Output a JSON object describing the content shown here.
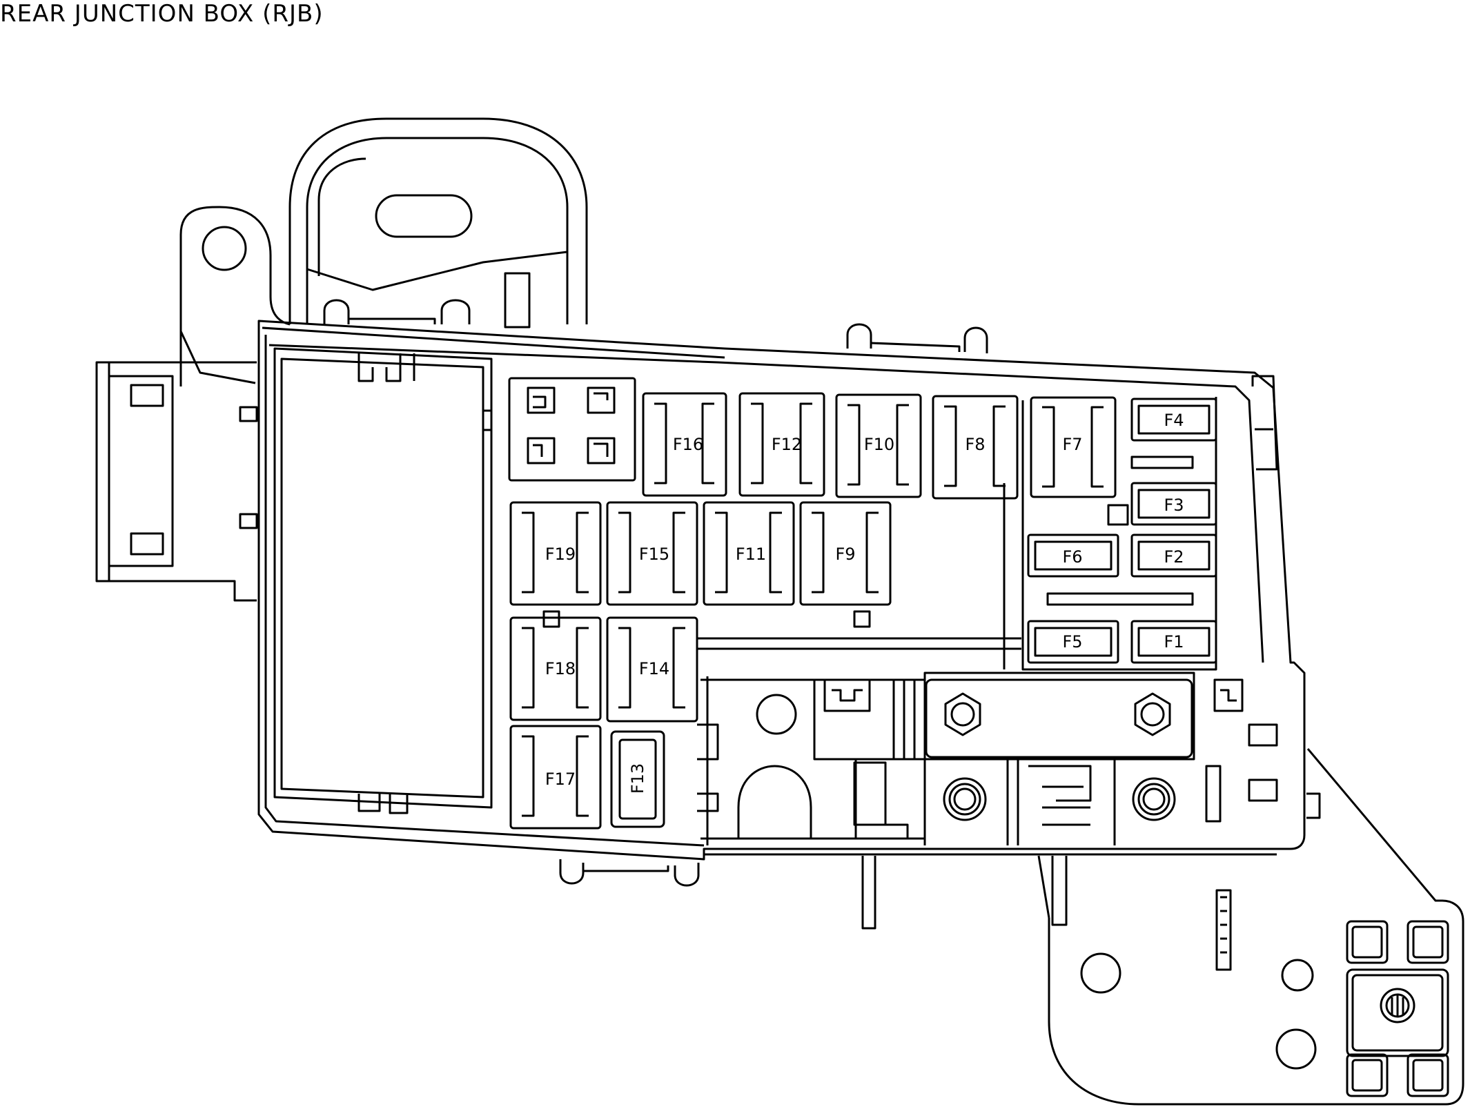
{
  "title": "REAR JUNCTION BOX (RJB)",
  "fuses": {
    "F1": "F1",
    "F2": "F2",
    "F3": "F3",
    "F4": "F4",
    "F5": "F5",
    "F6": "F6",
    "F7": "F7",
    "F8": "F8",
    "F9": "F9",
    "F10": "F10",
    "F11": "F11",
    "F12": "F12",
    "F13": "F13",
    "F14": "F14",
    "F15": "F15",
    "F16": "F16",
    "F17": "F17",
    "F18": "F18",
    "F19": "F19"
  }
}
